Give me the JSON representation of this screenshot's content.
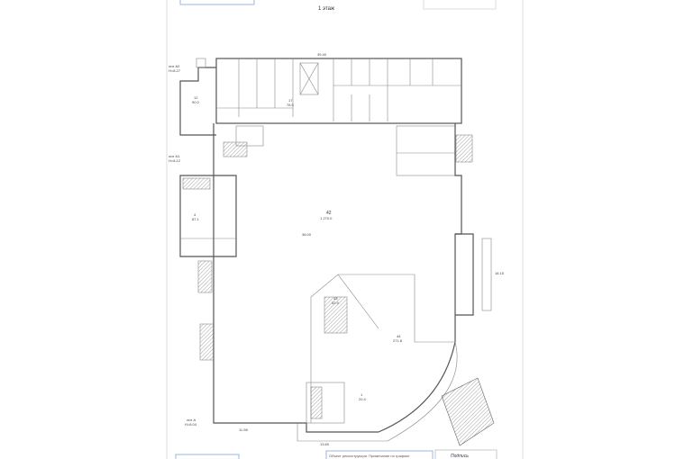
{
  "title": "1 этаж",
  "labels": {
    "lit_a2": "лит А2",
    "h_a2": "Н=8.27",
    "lit_a1": "лит А1",
    "h_a1": "Н=8.12",
    "lit_a": "лит А",
    "h_a": "Н=8.04"
  },
  "dimensions": {
    "top": "39.40",
    "bottom_left": "11.98",
    "bottom_mid": "13.60",
    "hall_side": "38.00",
    "right_side": "16.15"
  },
  "rooms": {
    "hall_number": "42",
    "hall_area": "1 270.0",
    "room_12": "12",
    "room_12_area": "90.0",
    "room_4": "4",
    "room_4_area": "87.1",
    "room_17": "17",
    "room_17_area": "76.5",
    "room_43": "43",
    "room_43_area": "52.9",
    "room_44": "44",
    "room_44_area": "271.8",
    "room_1": "1",
    "room_1_area": "20.4"
  },
  "stamp": {
    "left": "Объект реконструкции. Примечание по графике",
    "right": "Подпись"
  }
}
